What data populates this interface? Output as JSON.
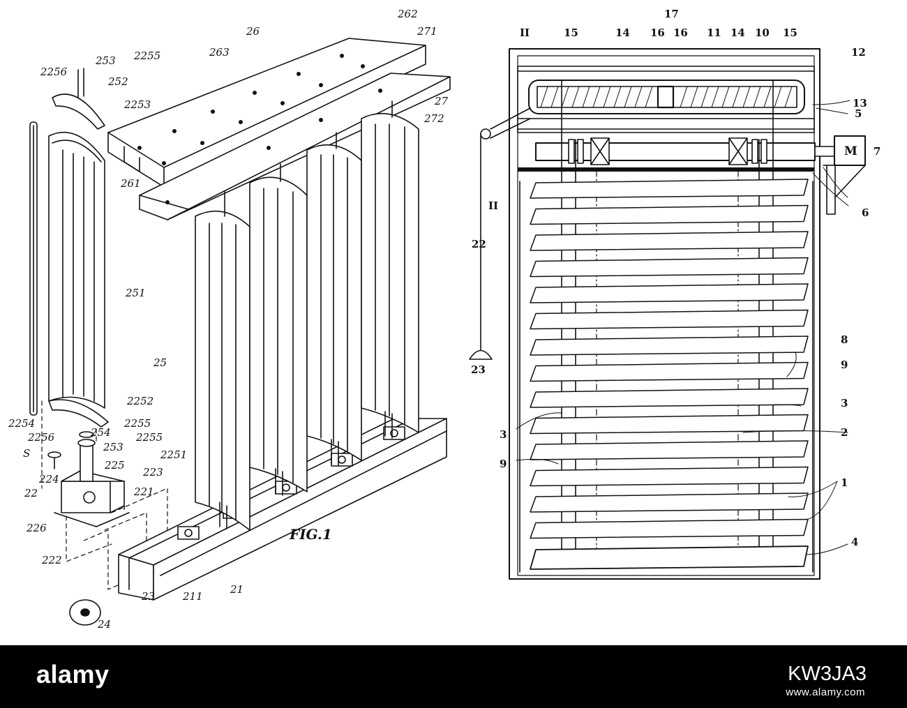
{
  "colors": {
    "ink": "#111111",
    "paper": "#ffffff",
    "footer_bg": "#000000",
    "footer_text": "#ffffff"
  },
  "figure_caption": "FIG.1",
  "left_figure": {
    "labels": [
      "26",
      "262",
      "271",
      "263",
      "27",
      "272",
      "253",
      "2255",
      "2256",
      "252",
      "2253",
      "251",
      "261",
      "25",
      "2252",
      "2254",
      "2255",
      "2256",
      "254",
      "2255",
      "253",
      "S",
      "2251",
      "225",
      "224",
      "223",
      "22",
      "221",
      "226",
      "222",
      "211",
      "21",
      "23",
      "24"
    ]
  },
  "right_figure": {
    "top_labels": [
      "II",
      "15",
      "14",
      "17",
      "16",
      "16",
      "11",
      "14",
      "10",
      "15",
      "12",
      "13"
    ],
    "motor_label": "M",
    "side_labels": [
      "5",
      "7",
      "6",
      "II",
      "22",
      "23",
      "8",
      "9",
      "3",
      "3",
      "2",
      "9",
      "1",
      "4"
    ]
  },
  "watermark": {
    "brand": "alamy",
    "image_id": "KW3JA3",
    "url": "www.alamy.com"
  }
}
